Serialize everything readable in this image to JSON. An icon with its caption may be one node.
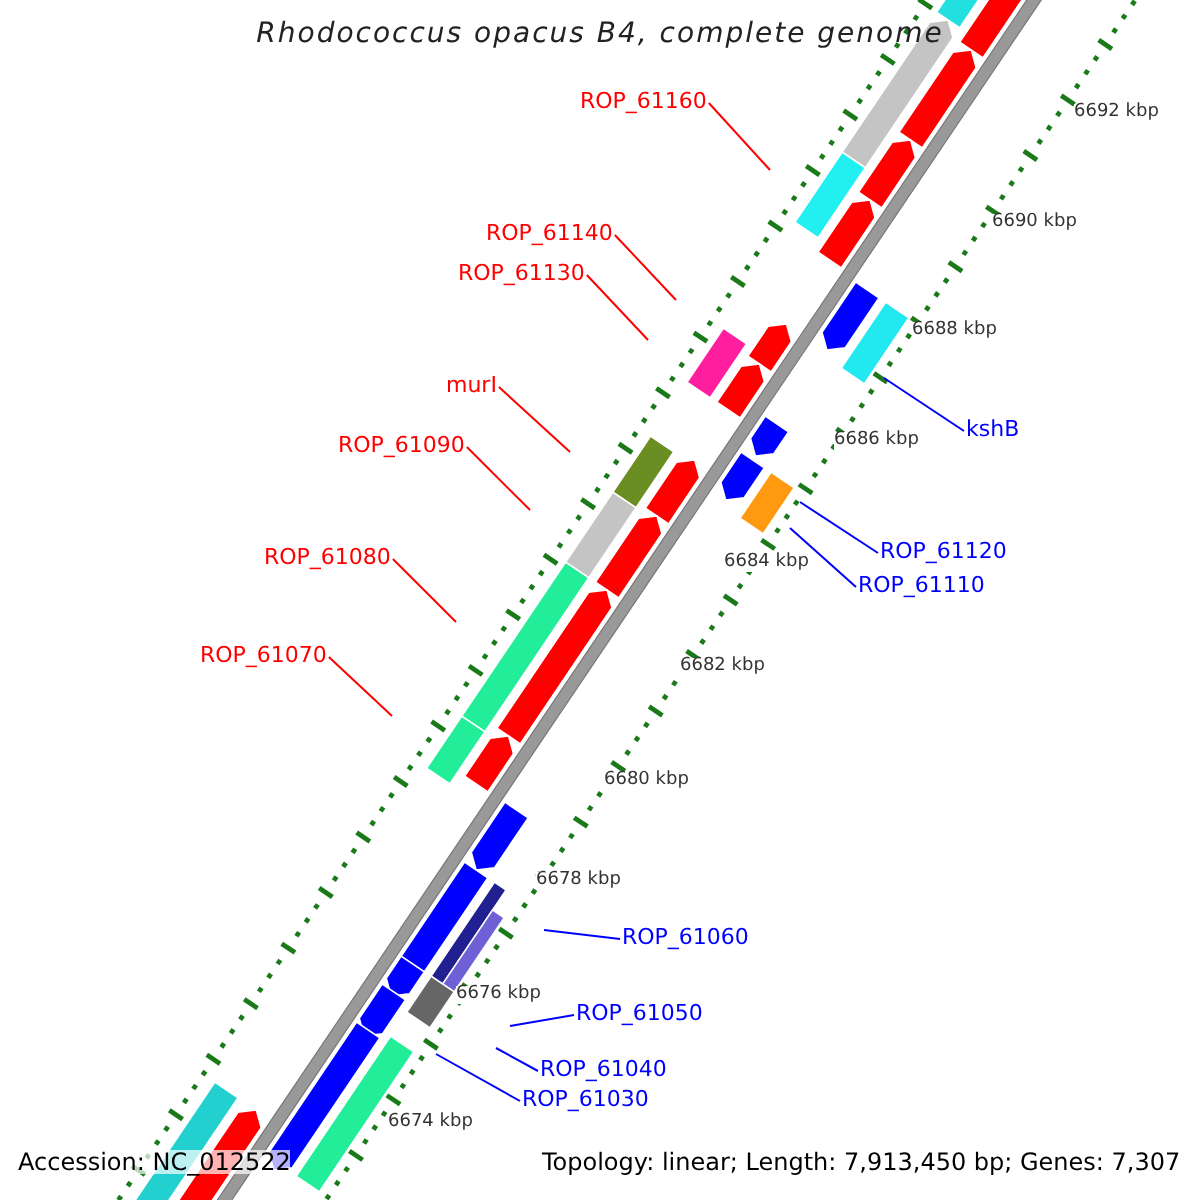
{
  "diagram": {
    "title": "Rhodococcus opacus B4, complete genome",
    "nodes": [
      {
        "text": [
          "ROP_61160"
        ]
      },
      {
        "text": [
          "ROP_61140"
        ]
      },
      {
        "text": [
          "ROP_61130"
        ]
      },
      {
        "text": [
          "murI"
        ]
      },
      {
        "text": [
          "kshB"
        ]
      },
      {
        "text": [
          "ROP_61090"
        ]
      },
      {
        "text": [
          "ROP_61120"
        ]
      },
      {
        "text": [
          "ROP_61080"
        ]
      },
      {
        "text": [
          "ROP_61110"
        ]
      },
      {
        "text": [
          "ROP_61070"
        ]
      },
      {
        "text": [
          "ROP_61060"
        ]
      },
      {
        "text": [
          "ROP_61050"
        ]
      },
      {
        "text": [
          "ROP_61040"
        ]
      },
      {
        "text": [
          "ROP_61030"
        ]
      }
    ],
    "edges": [
      {
        "from": 0,
        "to": null,
        "arrow": "none",
        "color": "#ff0000"
      },
      {
        "from": 1,
        "to": null,
        "arrow": "none",
        "color": "#ff0000"
      },
      {
        "from": 2,
        "to": null,
        "arrow": "none",
        "color": "#ff0000"
      },
      {
        "from": 3,
        "to": null,
        "arrow": "none",
        "color": "#ff0000"
      },
      {
        "from": 4,
        "to": null,
        "arrow": "none",
        "color": "#0000ff"
      },
      {
        "from": 5,
        "to": null,
        "arrow": "none",
        "color": "#ff0000"
      },
      {
        "from": 6,
        "to": null,
        "arrow": "none",
        "color": "#0000ff"
      },
      {
        "from": 7,
        "to": null,
        "arrow": "none",
        "color": "#ff0000"
      },
      {
        "from": 8,
        "to": null,
        "arrow": "none",
        "color": "#0000ff"
      },
      {
        "from": 9,
        "to": null,
        "arrow": "none",
        "color": "#ff0000"
      },
      {
        "from": 10,
        "to": null,
        "arrow": "none",
        "color": "#0000ff"
      },
      {
        "from": 11,
        "to": null,
        "arrow": "none",
        "color": "#0000ff"
      },
      {
        "from": 12,
        "to": null,
        "arrow": "none",
        "color": "#0000ff"
      },
      {
        "from": 13,
        "to": null,
        "arrow": "none",
        "color": "#0000ff"
      }
    ],
    "labels": [
      "6692 kbp",
      "6690 kbp",
      "6688 kbp",
      "6686 kbp",
      "6684 kbp",
      "6682 kbp",
      "6680 kbp",
      "6678 kbp",
      "6676 kbp",
      "6674 kbp",
      "Accession: NC_012522",
      "Topology: linear; Length: 7,913,450 bp; Genes: 7,307"
    ]
  }
}
